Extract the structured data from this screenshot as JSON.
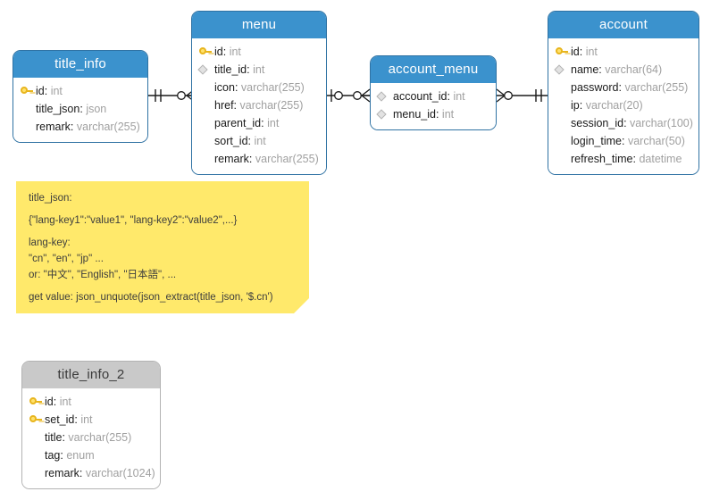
{
  "diagram": {
    "type": "er-diagram",
    "background": "#ffffff",
    "header_blue": "#3b92cd",
    "header_gray": "#c9c9c9",
    "note_yellow": "#ffe96b"
  },
  "entities": [
    {
      "name": "title_info",
      "style": "blue",
      "fields": [
        {
          "mark": "key-icon",
          "name": "id",
          "type": "int"
        },
        {
          "mark": "none",
          "name": "title_json",
          "type": "json"
        },
        {
          "mark": "none",
          "name": "remark",
          "type": "varchar(255)"
        }
      ]
    },
    {
      "name": "menu",
      "style": "blue",
      "fields": [
        {
          "mark": "key-icon",
          "name": "id",
          "type": "int"
        },
        {
          "mark": "diamond-icon",
          "name": "title_id",
          "type": "int"
        },
        {
          "mark": "none",
          "name": "icon",
          "type": "varchar(255)"
        },
        {
          "mark": "none",
          "name": "href",
          "type": "varchar(255)"
        },
        {
          "mark": "none",
          "name": "parent_id",
          "type": "int"
        },
        {
          "mark": "none",
          "name": "sort_id",
          "type": "int"
        },
        {
          "mark": "none",
          "name": "remark",
          "type": "varchar(255)"
        }
      ]
    },
    {
      "name": "account_menu",
      "style": "blue",
      "fields": [
        {
          "mark": "diamond-icon",
          "name": "account_id",
          "type": "int"
        },
        {
          "mark": "diamond-icon",
          "name": "menu_id",
          "type": "int"
        }
      ]
    },
    {
      "name": "account",
      "style": "blue",
      "fields": [
        {
          "mark": "key-icon",
          "name": "id",
          "type": "int"
        },
        {
          "mark": "diamond-icon",
          "name": "name",
          "type": "varchar(64)"
        },
        {
          "mark": "none",
          "name": "password",
          "type": "varchar(255)"
        },
        {
          "mark": "none",
          "name": "ip",
          "type": "varchar(20)"
        },
        {
          "mark": "none",
          "name": "session_id",
          "type": "varchar(100)"
        },
        {
          "mark": "none",
          "name": "login_time",
          "type": "varchar(50)"
        },
        {
          "mark": "none",
          "name": "refresh_time",
          "type": "datetime"
        }
      ]
    },
    {
      "name": "title_info_2",
      "style": "gray",
      "fields": [
        {
          "mark": "key-icon",
          "name": "id",
          "type": "int"
        },
        {
          "mark": "key-icon",
          "name": "set_id",
          "type": "int"
        },
        {
          "mark": "none",
          "name": "title",
          "type": "varchar(255)"
        },
        {
          "mark": "none",
          "name": "tag",
          "type": "enum"
        },
        {
          "mark": "none",
          "name": "remark",
          "type": "varchar(1024)"
        }
      ]
    }
  ],
  "relationships": [
    {
      "from": "title_info",
      "to": "menu",
      "from_cardinality": "one-and-only-one",
      "to_cardinality": "zero-or-many"
    },
    {
      "from": "menu",
      "to": "account_menu",
      "from_cardinality": "zero-or-one",
      "to_cardinality": "zero-or-many"
    },
    {
      "from": "account_menu",
      "to": "account",
      "from_cardinality": "zero-or-many",
      "to_cardinality": "one-and-only-one"
    }
  ],
  "note": {
    "lines": [
      "title_json:",
      "{\"lang-key1\":\"value1\", \"lang-key2\":\"value2\",...}",
      "lang-key:",
      "\"cn\", \"en\", \"jp\" ...",
      "or: \"中文\", \"English\", \"日本語\", ...",
      "get value: json_unquote(json_extract(title_json, '$.cn')"
    ]
  }
}
